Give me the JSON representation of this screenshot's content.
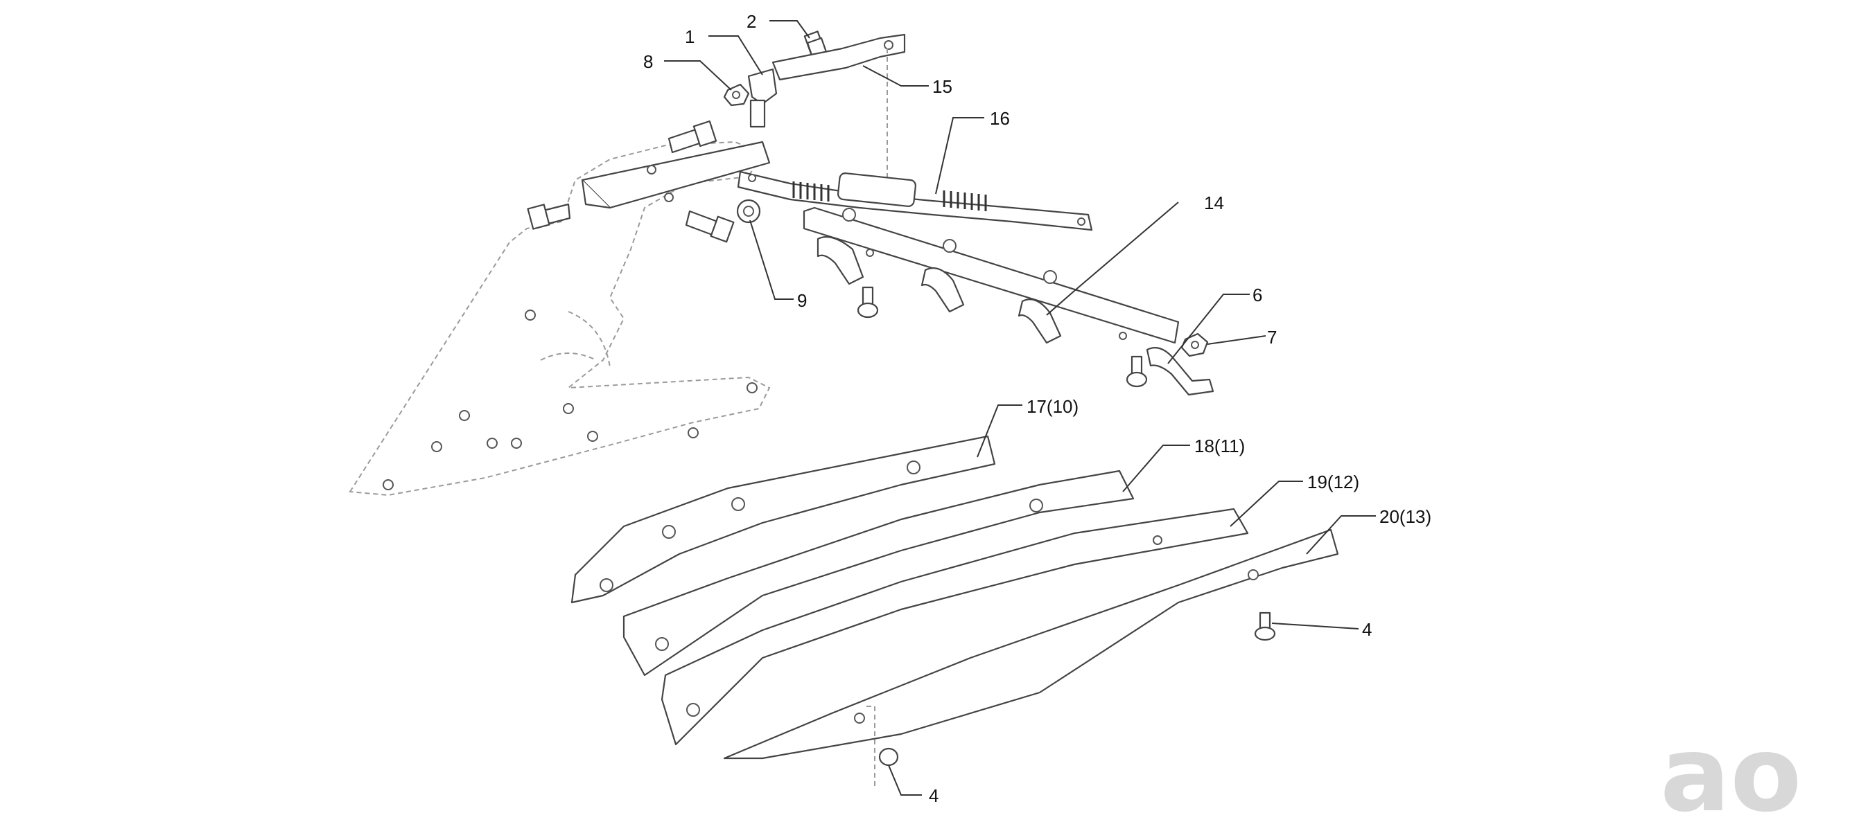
{
  "callouts": {
    "c1": "1",
    "c2": "2",
    "c8": "8",
    "c15": "15",
    "c16": "16",
    "c9": "9",
    "c14": "14",
    "c6": "6",
    "c7": "7",
    "c17": "17(10)",
    "c18": "18(11)",
    "c19": "19(12)",
    "c20": "20(13)",
    "c4a": "4",
    "c4b": "4"
  },
  "watermark": "ao",
  "colors": {
    "line": "#444444",
    "ghost": "#9a9a9a",
    "watermark": "#d8d8d8"
  }
}
